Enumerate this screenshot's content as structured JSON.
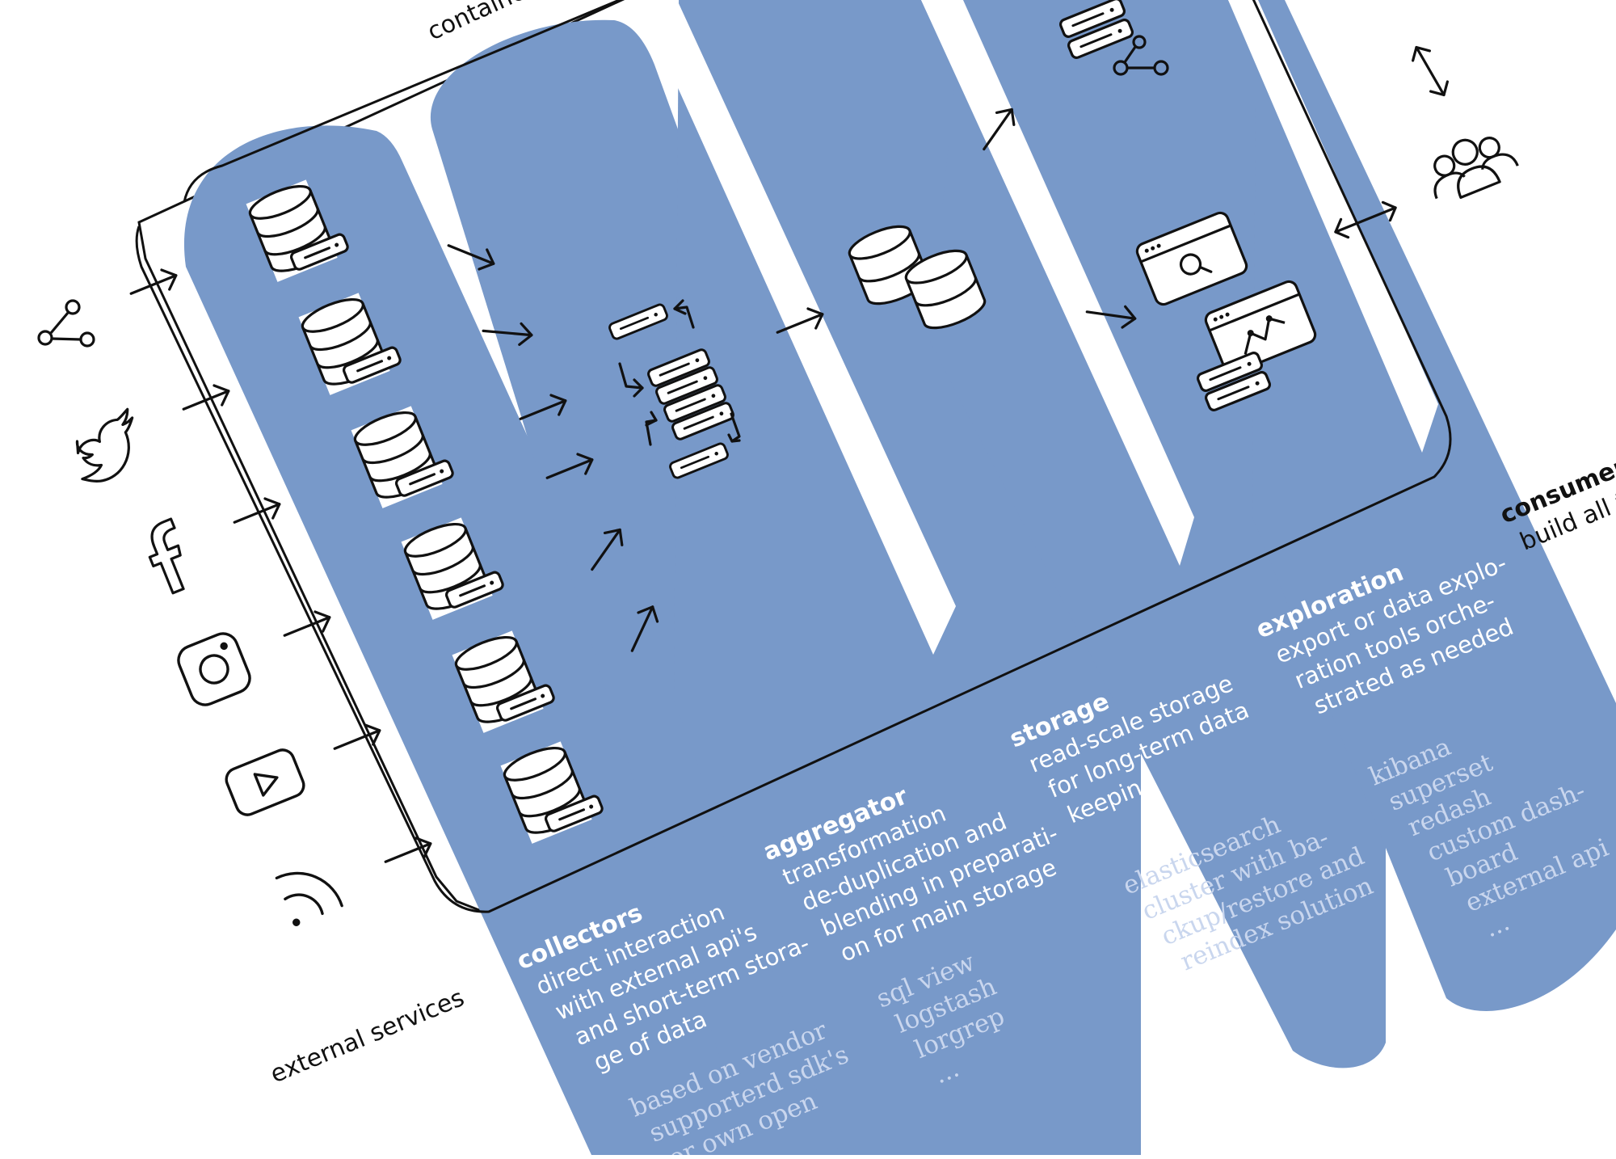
{
  "container_label": "containe",
  "external_services_label": "external services",
  "consumer": {
    "title": "consumer",
    "subtitle": "build all th"
  },
  "columns": [
    {
      "title": "collectors",
      "desc": [
        "direct interaction",
        "with external api's",
        "and short-term stora-",
        "ge of data"
      ],
      "tools": [
        "based on vendor",
        "supporterd sdk's",
        "or own open"
      ]
    },
    {
      "title": "aggregator",
      "desc": [
        "transformation",
        "de-duplication and",
        "blending in preparati-",
        "on for main storage"
      ],
      "tools": [
        "sql view",
        "logstash",
        "lorgrep",
        "..."
      ]
    },
    {
      "title": "storage",
      "desc": [
        "read-scale storage",
        "for long-term data",
        "keeping"
      ],
      "tools": [
        "elasticsearch",
        "cluster with ba-",
        "ckup/restore and",
        "reindex solution"
      ]
    },
    {
      "title": "exploration",
      "desc": [
        "export or data explo-",
        "ration tools orche-",
        "strated as needed"
      ],
      "tools": [
        "kibana",
        "superset",
        "redash",
        "custom dash-",
        "board",
        "external api",
        "..."
      ]
    }
  ],
  "colors": {
    "column_fill": "#7899c9",
    "ink": "#111111",
    "tool_text": "#c9d6ee"
  },
  "icons": {
    "sources": [
      "share-icon",
      "twitter-icon",
      "facebook-icon",
      "instagram-icon",
      "youtube-icon",
      "rss-icon"
    ],
    "collector_db": "database-server-icon",
    "aggregator": "server-sync-icon",
    "storage": "database-cluster-icon",
    "storage_network": "network-server-icon",
    "exploration_search": "browser-search-icon",
    "exploration_chart": "browser-chart-icon",
    "users": "users-group-icon"
  }
}
